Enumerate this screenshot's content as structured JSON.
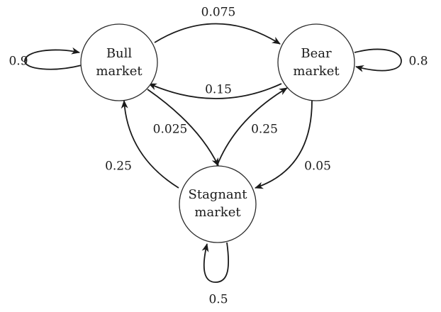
{
  "nodes": {
    "bull": {
      "line1": "Bull",
      "line2": "market"
    },
    "bear": {
      "line1": "Bear",
      "line2": "market"
    },
    "stagnant": {
      "line1": "Stagnant",
      "line2": "market"
    }
  },
  "edges": {
    "bull_to_bear": "0.075",
    "bear_to_bull": "0.15",
    "bull_to_stagnant": "0.025",
    "stagnant_to_bull": "0.25",
    "stagnant_to_bear": "0.25",
    "bear_to_stagnant": "0.05",
    "bull_self": "0.9",
    "bear_self": "0.8",
    "stagnant_self": "0.5"
  },
  "colors": {
    "stroke": "#1a1a1a",
    "node_border": "#2b2b2b",
    "background": "#ffffff"
  }
}
